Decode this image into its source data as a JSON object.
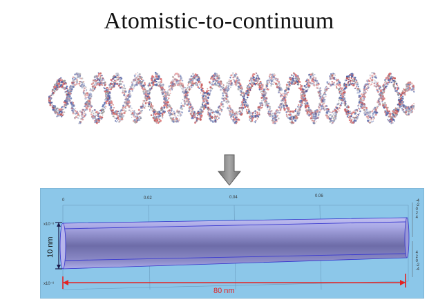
{
  "title": "Atomistic-to-continuum",
  "transition_arrow": "down-arrow-icon",
  "continuum_model": {
    "top_axis_ticks": [
      {
        "label": "0"
      },
      {
        "label": "0.02"
      },
      {
        "label": "0.04"
      },
      {
        "label": "0.06"
      }
    ],
    "left_scale_top": "x10⁻⁸",
    "left_scale_bottom": "x10⁻⁸",
    "right_axis_ticks_upper": [
      "-4",
      "-2",
      "0",
      "2",
      "4"
    ],
    "right_axis_ticks_lower": [
      "4",
      "2",
      "0",
      "-2",
      "-4"
    ],
    "diameter_label": "10 nm",
    "length_label": "80 nm",
    "colors": {
      "background": "#8cc7e9",
      "cylinder_light": "#b4b3ea",
      "cylinder_dark": "#6f6ea9",
      "length_dimension": "#e32222",
      "diameter_dimension": "#1a1a4a"
    }
  }
}
